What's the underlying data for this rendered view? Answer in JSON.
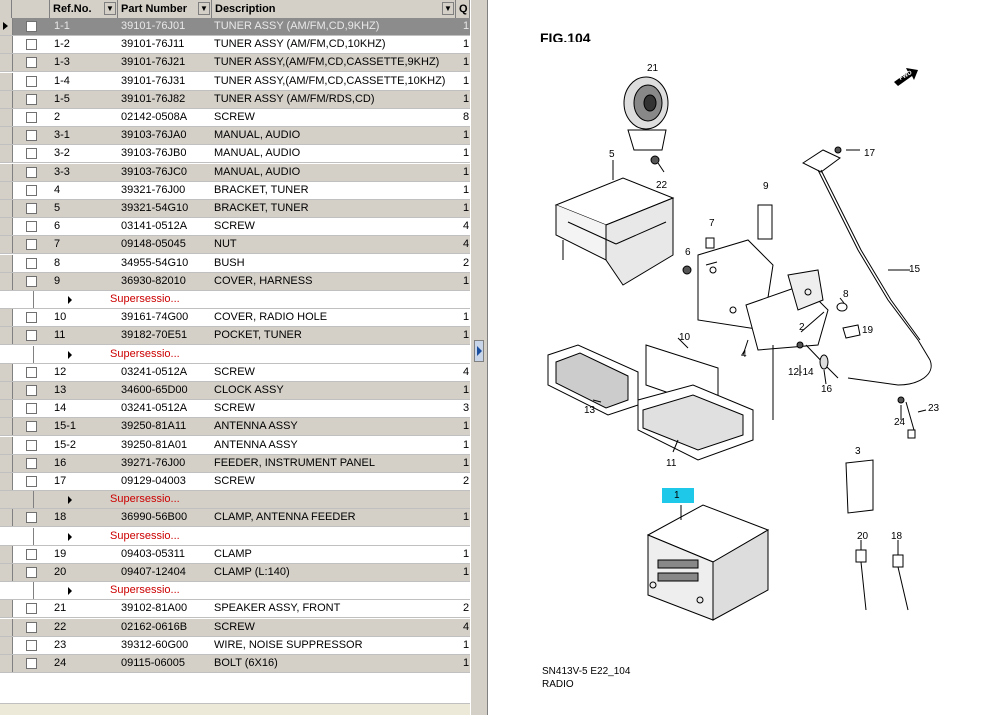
{
  "grid": {
    "columns": {
      "ref_no": "Ref.No.",
      "part_number": "Part Number",
      "description": "Description",
      "qty": "Q"
    },
    "supersession_label": "Supersessio...",
    "rows": [
      {
        "ref": "1-1",
        "pn": "39101-76J01",
        "desc": "TUNER ASSY (AM/FM,CD,9KHZ)",
        "qty": "1"
      },
      {
        "ref": "1-2",
        "pn": "39101-76J11",
        "desc": "TUNER ASSY (AM/FM,CD,10KHZ)",
        "qty": "1"
      },
      {
        "ref": "1-3",
        "pn": "39101-76J21",
        "desc": "TUNER ASSY,(AM/FM,CD,CASSETTE,9KHZ)",
        "qty": "1"
      },
      {
        "ref": "1-4",
        "pn": "39101-76J31",
        "desc": "TUNER ASSY,(AM/FM,CD,CASSETTE,10KHZ)",
        "qty": "1"
      },
      {
        "ref": "1-5",
        "pn": "39101-76J82",
        "desc": "TUNER ASSY (AM/FM/RDS,CD)",
        "qty": "1"
      },
      {
        "ref": "2",
        "pn": "02142-0508A",
        "desc": "SCREW",
        "qty": "8"
      },
      {
        "ref": "3-1",
        "pn": "39103-76JA0",
        "desc": "MANUAL, AUDIO",
        "qty": "1"
      },
      {
        "ref": "3-2",
        "pn": "39103-76JB0",
        "desc": "MANUAL, AUDIO",
        "qty": "1"
      },
      {
        "ref": "3-3",
        "pn": "39103-76JC0",
        "desc": "MANUAL, AUDIO",
        "qty": "1"
      },
      {
        "ref": "4",
        "pn": "39321-76J00",
        "desc": "BRACKET, TUNER",
        "qty": "1"
      },
      {
        "ref": "5",
        "pn": "39321-54G10",
        "desc": "BRACKET, TUNER",
        "qty": "1"
      },
      {
        "ref": "6",
        "pn": "03141-0512A",
        "desc": "SCREW",
        "qty": "4"
      },
      {
        "ref": "7",
        "pn": "09148-05045",
        "desc": "NUT",
        "qty": "4"
      },
      {
        "ref": "8",
        "pn": "34955-54G10",
        "desc": "BUSH",
        "qty": "2"
      },
      {
        "ref": "9",
        "pn": "36930-82010",
        "desc": "COVER, HARNESS",
        "qty": "1"
      },
      {
        "ref": "10",
        "pn": "39161-74G00",
        "desc": "COVER, RADIO HOLE",
        "qty": "1"
      },
      {
        "ref": "11",
        "pn": "39182-70E51",
        "desc": "POCKET, TUNER",
        "qty": "1"
      },
      {
        "ref": "12",
        "pn": "03241-0512A",
        "desc": "SCREW",
        "qty": "4"
      },
      {
        "ref": "13",
        "pn": "34600-65D00",
        "desc": "CLOCK ASSY",
        "qty": "1"
      },
      {
        "ref": "14",
        "pn": "03241-0512A",
        "desc": "SCREW",
        "qty": "3"
      },
      {
        "ref": "15-1",
        "pn": "39250-81A11",
        "desc": "ANTENNA ASSY",
        "qty": "1"
      },
      {
        "ref": "15-2",
        "pn": "39250-81A01",
        "desc": "ANTENNA ASSY",
        "qty": "1"
      },
      {
        "ref": "16",
        "pn": "39271-76J00",
        "desc": "FEEDER, INSTRUMENT PANEL",
        "qty": "1"
      },
      {
        "ref": "17",
        "pn": "09129-04003",
        "desc": "SCREW",
        "qty": "2"
      },
      {
        "ref": "18",
        "pn": "36990-56B00",
        "desc": "CLAMP, ANTENNA FEEDER",
        "qty": "1"
      },
      {
        "ref": "19",
        "pn": "09403-05311",
        "desc": "CLAMP",
        "qty": "1"
      },
      {
        "ref": "20",
        "pn": "09407-12404",
        "desc": "CLAMP (L:140)",
        "qty": "1"
      },
      {
        "ref": "21",
        "pn": "39102-81A00",
        "desc": "SPEAKER ASSY, FRONT",
        "qty": "2"
      },
      {
        "ref": "22",
        "pn": "02162-0616B",
        "desc": "SCREW",
        "qty": "4"
      },
      {
        "ref": "23",
        "pn": "39312-60G00",
        "desc": "WIRE, NOISE SUPPRESSOR",
        "qty": "1"
      },
      {
        "ref": "24",
        "pn": "09115-06005",
        "desc": "BOLT (6X16)",
        "qty": "1"
      }
    ]
  },
  "diagram": {
    "fig_title": "FIG.104",
    "fwd_label": "FWD",
    "highlight_color": "#1ec8e8",
    "callouts": {
      "c1": "1",
      "c3": "3",
      "c4": "4",
      "c5": "5",
      "c6": "6",
      "c7": "7",
      "c8": "8",
      "c9": "9",
      "c10": "10",
      "c11": "11",
      "c12_14": "12-14",
      "c13": "13",
      "c15": "15",
      "c16": "16",
      "c17": "17",
      "c18": "18",
      "c19": "19",
      "c20": "20",
      "c21": "21",
      "c22": "22",
      "c23": "23",
      "c24": "24",
      "c2": "2"
    },
    "caption_code": "SN413V-5 E22_104",
    "caption_name": "RADIO"
  }
}
